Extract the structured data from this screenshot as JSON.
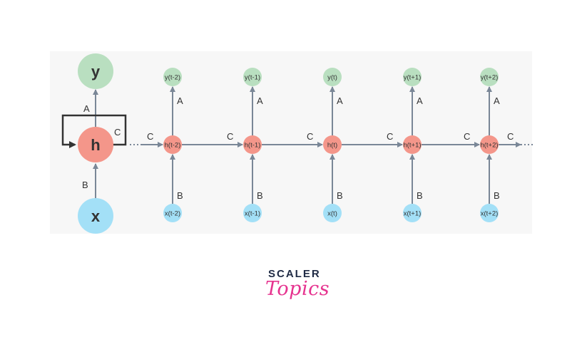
{
  "folded": {
    "output": "y",
    "hidden": "h",
    "input": "x",
    "edge_output": "A",
    "edge_recurrent": "C",
    "edge_input": "B"
  },
  "unrolled": {
    "steps": [
      {
        "y": "y(t-2)",
        "h": "h(t-2)",
        "x": "x(t-2)"
      },
      {
        "y": "y(t-1)",
        "h": "h(t-1)",
        "x": "x(t-1)"
      },
      {
        "y": "y(t)",
        "h": "h(t)",
        "x": "x(t)"
      },
      {
        "y": "y(t+1)",
        "h": "h(t+1)",
        "x": "x(t+1)"
      },
      {
        "y": "y(t+2)",
        "h": "h(t+2)",
        "x": "x(t+2)"
      }
    ],
    "edge_output": "A",
    "edge_input": "B",
    "edge_hidden": "C"
  },
  "colors": {
    "output_node": "#b9dfc0",
    "hidden_node": "#f4968a",
    "input_node": "#a3e0f7",
    "arrow": "#7a8797",
    "loop": "#333333",
    "logo_text": "#1f2a44",
    "logo_accent": "#e6338f"
  },
  "logo": {
    "line1": "SCALER",
    "line2": "Topics"
  }
}
